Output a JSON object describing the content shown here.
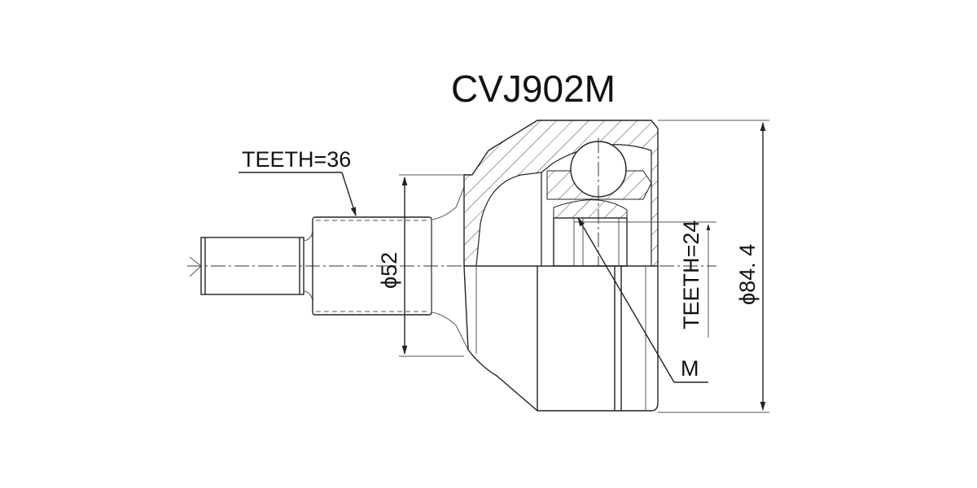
{
  "drawing": {
    "part_number": "CVJ902M",
    "callouts": {
      "outer_teeth": "TEETH=36",
      "inner_teeth": "TEETH=24",
      "shaft_diameter": "ϕ52",
      "outer_diameter": "ϕ84. 4",
      "marker": "M"
    },
    "colors": {
      "line": "#222222",
      "background": "#ffffff"
    }
  }
}
